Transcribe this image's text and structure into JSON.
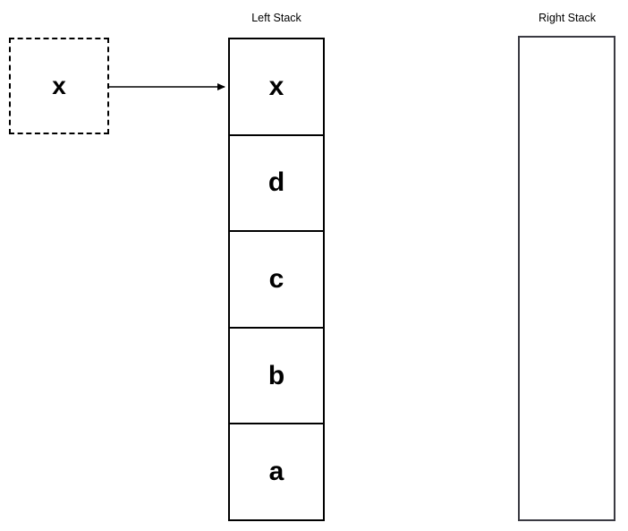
{
  "diagram": {
    "title_left": "Left Stack",
    "title_right": "Right Stack",
    "incoming": {
      "label": "x",
      "style": "dashed"
    },
    "arrow": {
      "name": "push-arrow",
      "direction": "right",
      "color": "#000000"
    },
    "left_stack": {
      "label": "Left Stack",
      "cells": [
        {
          "label": "x"
        },
        {
          "label": "d"
        },
        {
          "label": "c"
        },
        {
          "label": "b"
        },
        {
          "label": "a"
        }
      ]
    },
    "right_stack": {
      "label": "Right Stack",
      "cells": []
    },
    "colors": {
      "stroke": "#000000",
      "right_stroke": "#3a3a42",
      "background": "#ffffff"
    }
  }
}
